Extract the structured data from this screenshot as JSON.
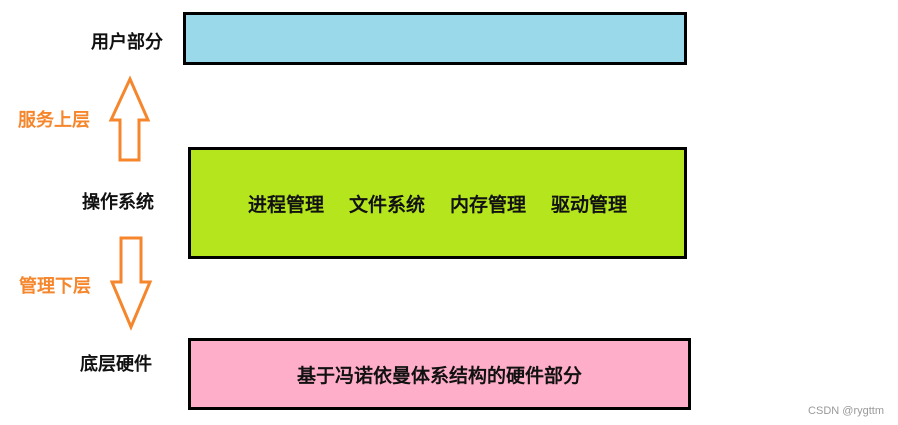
{
  "layers": {
    "user": {
      "label": "用户部分",
      "box_text": "",
      "color": "#99d9ea"
    },
    "os": {
      "label": "操作系统",
      "items": [
        "进程管理",
        "文件系统",
        "内存管理",
        "驱动管理"
      ],
      "color": "#b5e61d"
    },
    "hardware": {
      "label": "底层硬件",
      "box_text": "基于冯诺依曼体系结构的硬件部分",
      "color": "#ffaec9"
    }
  },
  "arrows": {
    "up": {
      "label": "服务上层",
      "direction": "up",
      "color": "#f5862c"
    },
    "down": {
      "label": "管理下层",
      "direction": "down",
      "color": "#f5862c"
    }
  },
  "watermark": "CSDN @rygttm"
}
